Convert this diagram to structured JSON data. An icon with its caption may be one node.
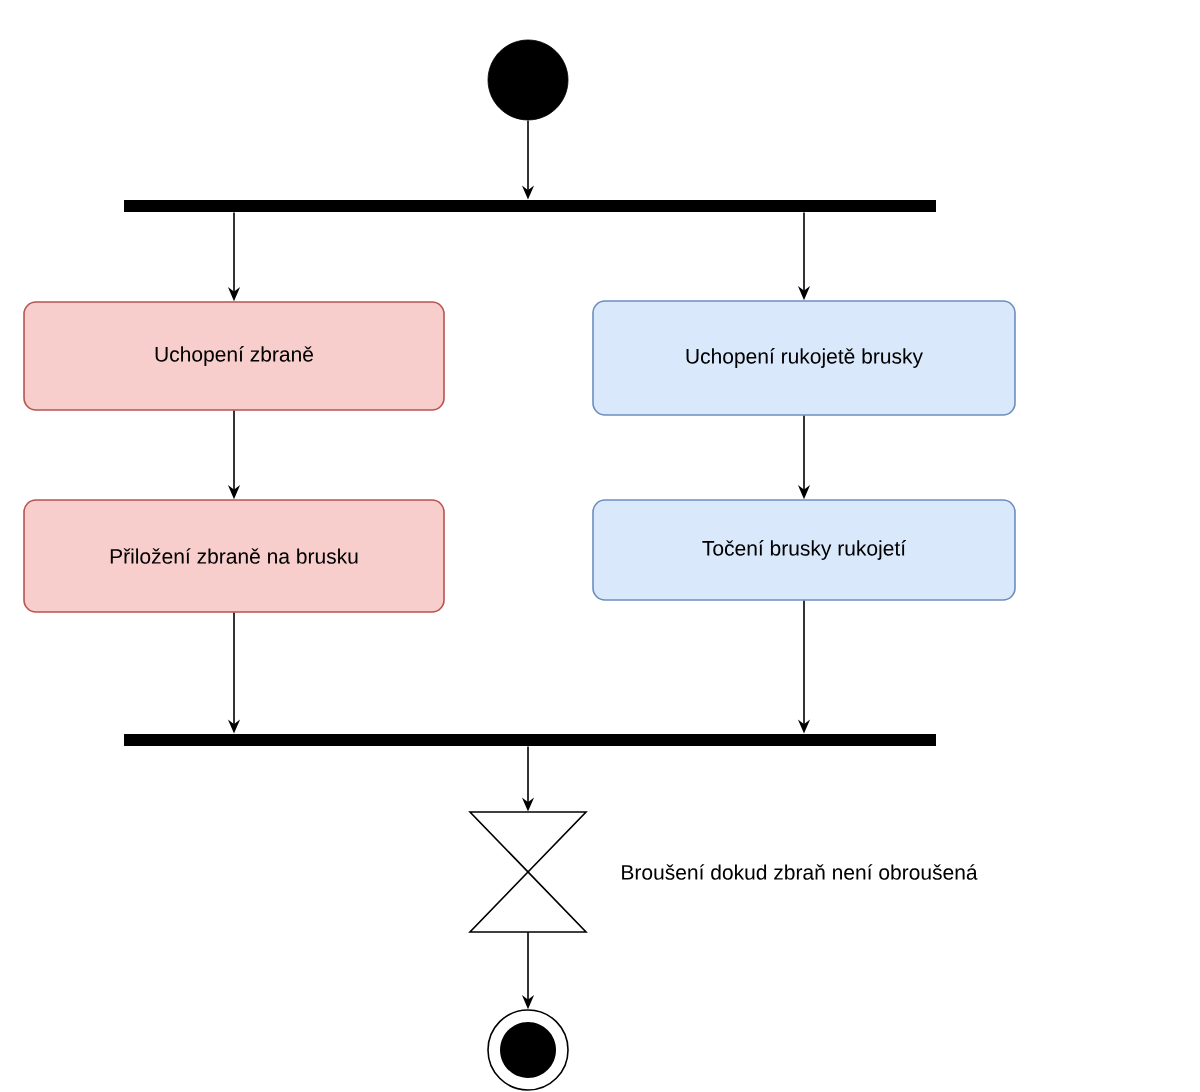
{
  "diagram": {
    "nodes": [
      {
        "text": [],
        "shape": "circle"
      },
      {
        "text": [],
        "shape": "bar"
      },
      {
        "text": [
          "Uchopení zbraně"
        ]
      },
      {
        "text": [
          "Přiložení zbraně na brusku"
        ]
      },
      {
        "text": [
          "Uchopení rukojetě brusky"
        ]
      },
      {
        "text": [
          "Točení brusky rukojetí"
        ]
      },
      {
        "text": [],
        "shape": "bar"
      },
      {
        "text": [],
        "shape": "hourglass",
        "beside": [
          "Broušení dokud zbraň není obroušená"
        ]
      },
      {
        "text": [],
        "shape": "circle"
      }
    ],
    "edges": [
      {
        "from": 0,
        "to": 1,
        "arrow": "to"
      },
      {
        "from": 1,
        "to": 2,
        "arrow": "to"
      },
      {
        "from": 1,
        "to": 4,
        "arrow": "to"
      },
      {
        "from": 2,
        "to": 3,
        "arrow": "to"
      },
      {
        "from": 4,
        "to": 5,
        "arrow": "to"
      },
      {
        "from": 3,
        "to": 6,
        "arrow": "to"
      },
      {
        "from": 5,
        "to": 6,
        "arrow": "to"
      },
      {
        "from": 6,
        "to": 7,
        "arrow": "to"
      },
      {
        "from": 7,
        "to": 8,
        "arrow": "to"
      }
    ]
  }
}
